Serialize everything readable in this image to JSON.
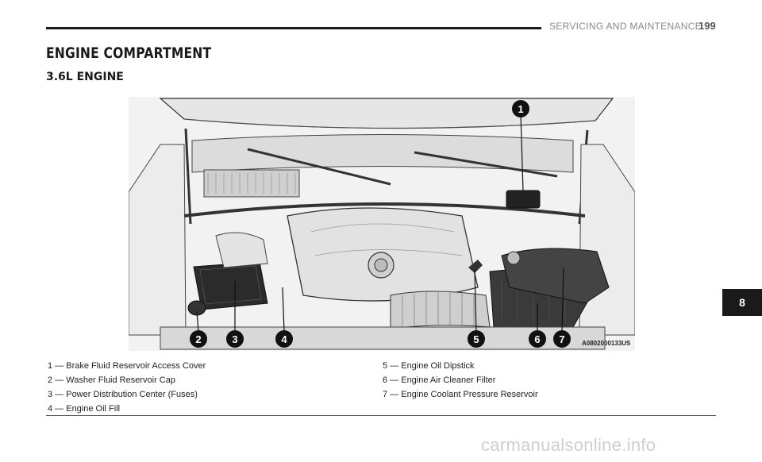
{
  "header": {
    "running_head": "SERVICING AND MAINTENANCE",
    "page_number": "199"
  },
  "section_title": "ENGINE COMPARTMENT",
  "sub_title": {
    "prefix": "3.6L E",
    "small_caps": "NGINE"
  },
  "figure": {
    "ref_code": "A0802000133US",
    "callouts": [
      "1",
      "2",
      "3",
      "4",
      "5",
      "6",
      "7"
    ]
  },
  "legend": {
    "left": [
      "1 — Brake Fluid Reservoir Access Cover",
      "2 — Washer Fluid Reservoir Cap",
      "3 — Power Distribution Center (Fuses)",
      "4 — Engine Oil Fill"
    ],
    "right": [
      "5 — Engine Oil Dipstick",
      "6 — Engine Air Cleaner Filter",
      "7 — Engine Coolant Pressure Reservoir"
    ]
  },
  "chapter_tab": "8",
  "watermark": "carmanualsonline.info"
}
